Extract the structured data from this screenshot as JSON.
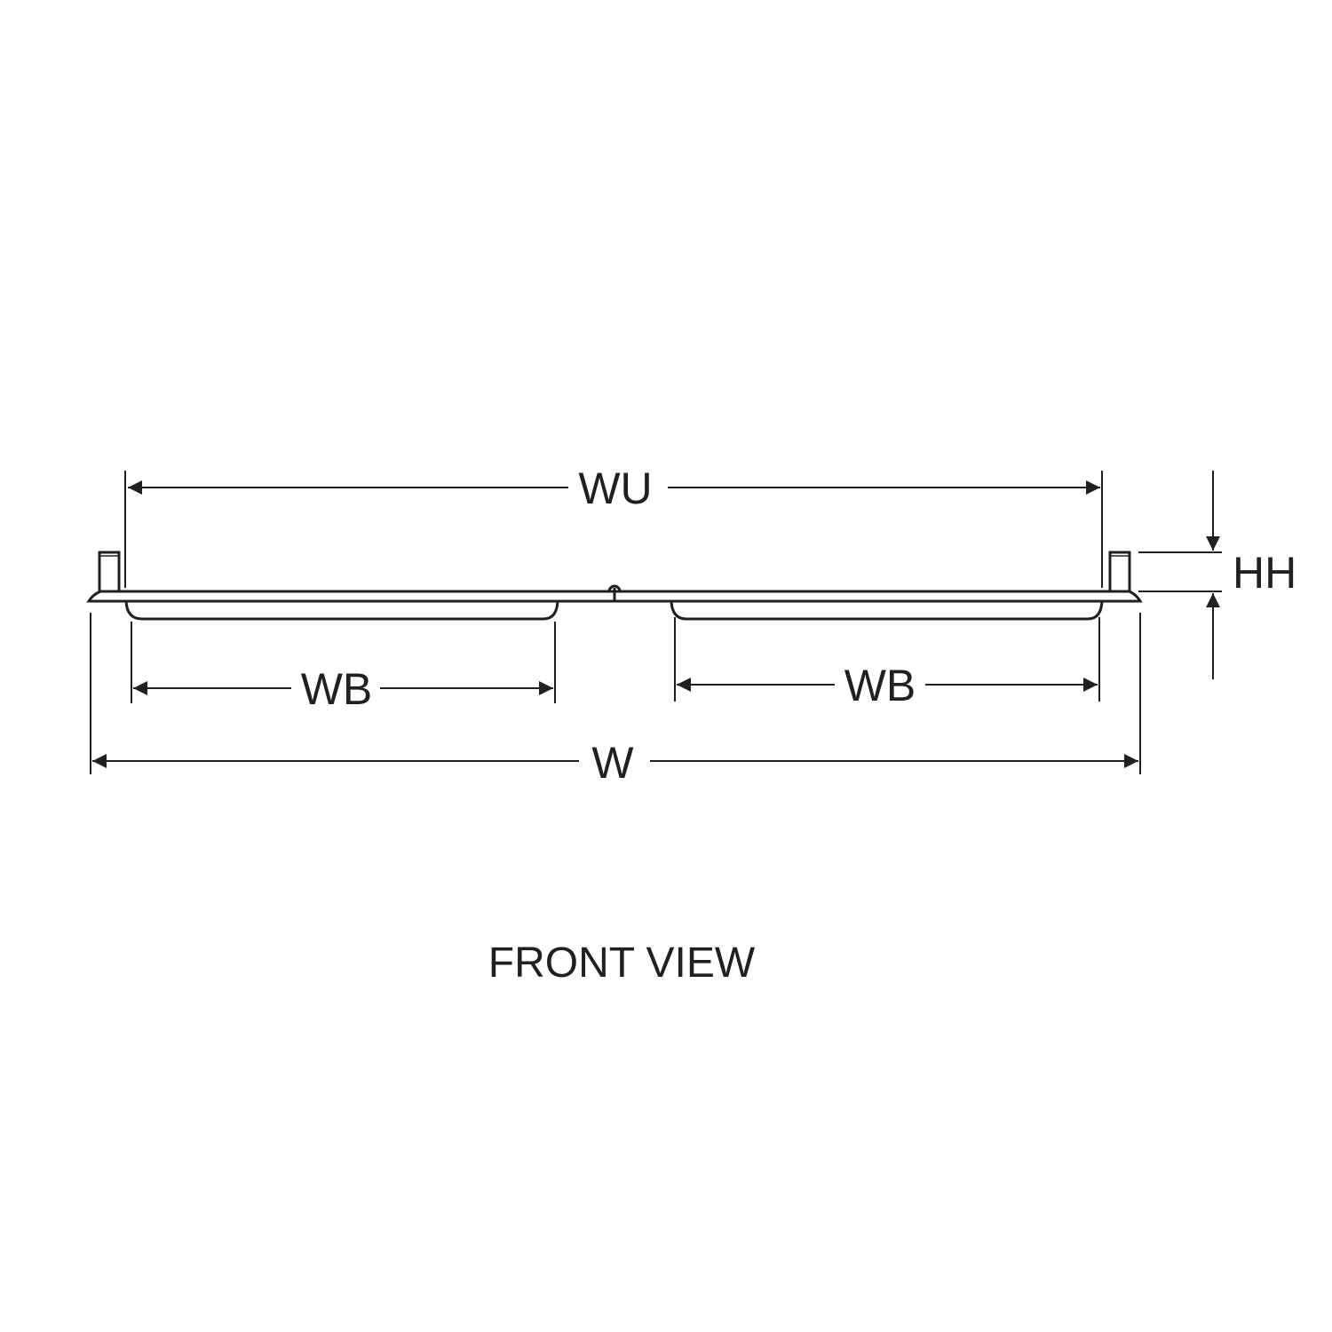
{
  "diagram": {
    "caption": "FRONT VIEW",
    "dimensions": {
      "upper_width": "WU",
      "basin_width_left": "WB",
      "basin_width_right": "WB",
      "overall_width": "W",
      "head_height": "HH"
    },
    "colors": {
      "line": "#231f20",
      "background": "#ffffff"
    }
  }
}
